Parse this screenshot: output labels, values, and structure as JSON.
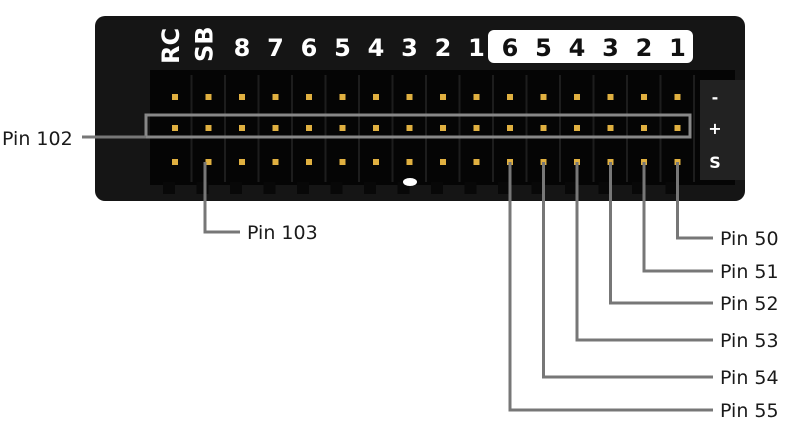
{
  "header": {
    "rotated_labels": [
      "RC",
      "SB"
    ],
    "aux_labels": [
      "8",
      "7",
      "6",
      "5",
      "4",
      "3",
      "2",
      "1"
    ],
    "main_labels": [
      "6",
      "5",
      "4",
      "3",
      "2",
      "1"
    ]
  },
  "row_labels": [
    "-",
    "+",
    "S"
  ],
  "callouts": {
    "pin102": "Pin 102",
    "pin103": "Pin 103",
    "main": [
      "Pin 50",
      "Pin 51",
      "Pin 52",
      "Pin 53",
      "Pin 54",
      "Pin 55"
    ]
  },
  "colors": {
    "body": "#111111",
    "pin": "#e0b040",
    "leader": "#777777"
  }
}
